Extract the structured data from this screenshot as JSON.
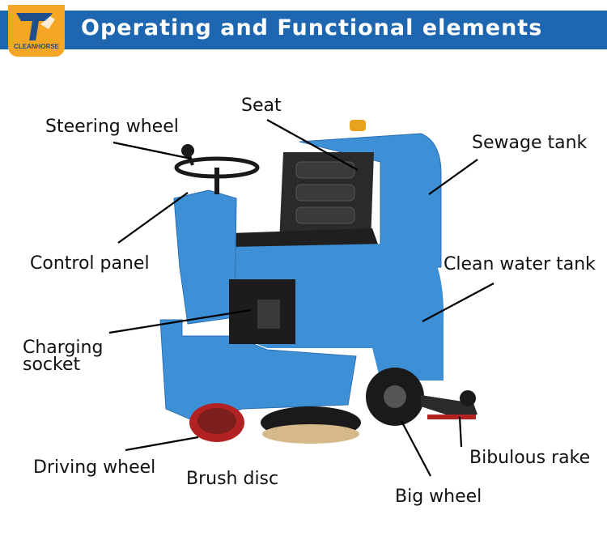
{
  "header": {
    "title": "Operating and Functional elements",
    "logo_text": "CLEANHORSE",
    "bar_color": "#1e66b0",
    "logo_color": "#f5a623"
  },
  "machine_color": "#3d8fd6",
  "labels": {
    "seat": "Seat",
    "steering_wheel": "Steering wheel",
    "sewage_tank": "Sewage tank",
    "control_panel": "Control panel",
    "clean_water_tank": "Clean water tank",
    "charging_socket_line1": "Charging",
    "charging_socket_line2": "socket",
    "driving_wheel": "Driving wheel",
    "brush_disc": "Brush disc",
    "bibulous_rake": "Bibulous rake",
    "big_wheel": "Big wheel"
  }
}
